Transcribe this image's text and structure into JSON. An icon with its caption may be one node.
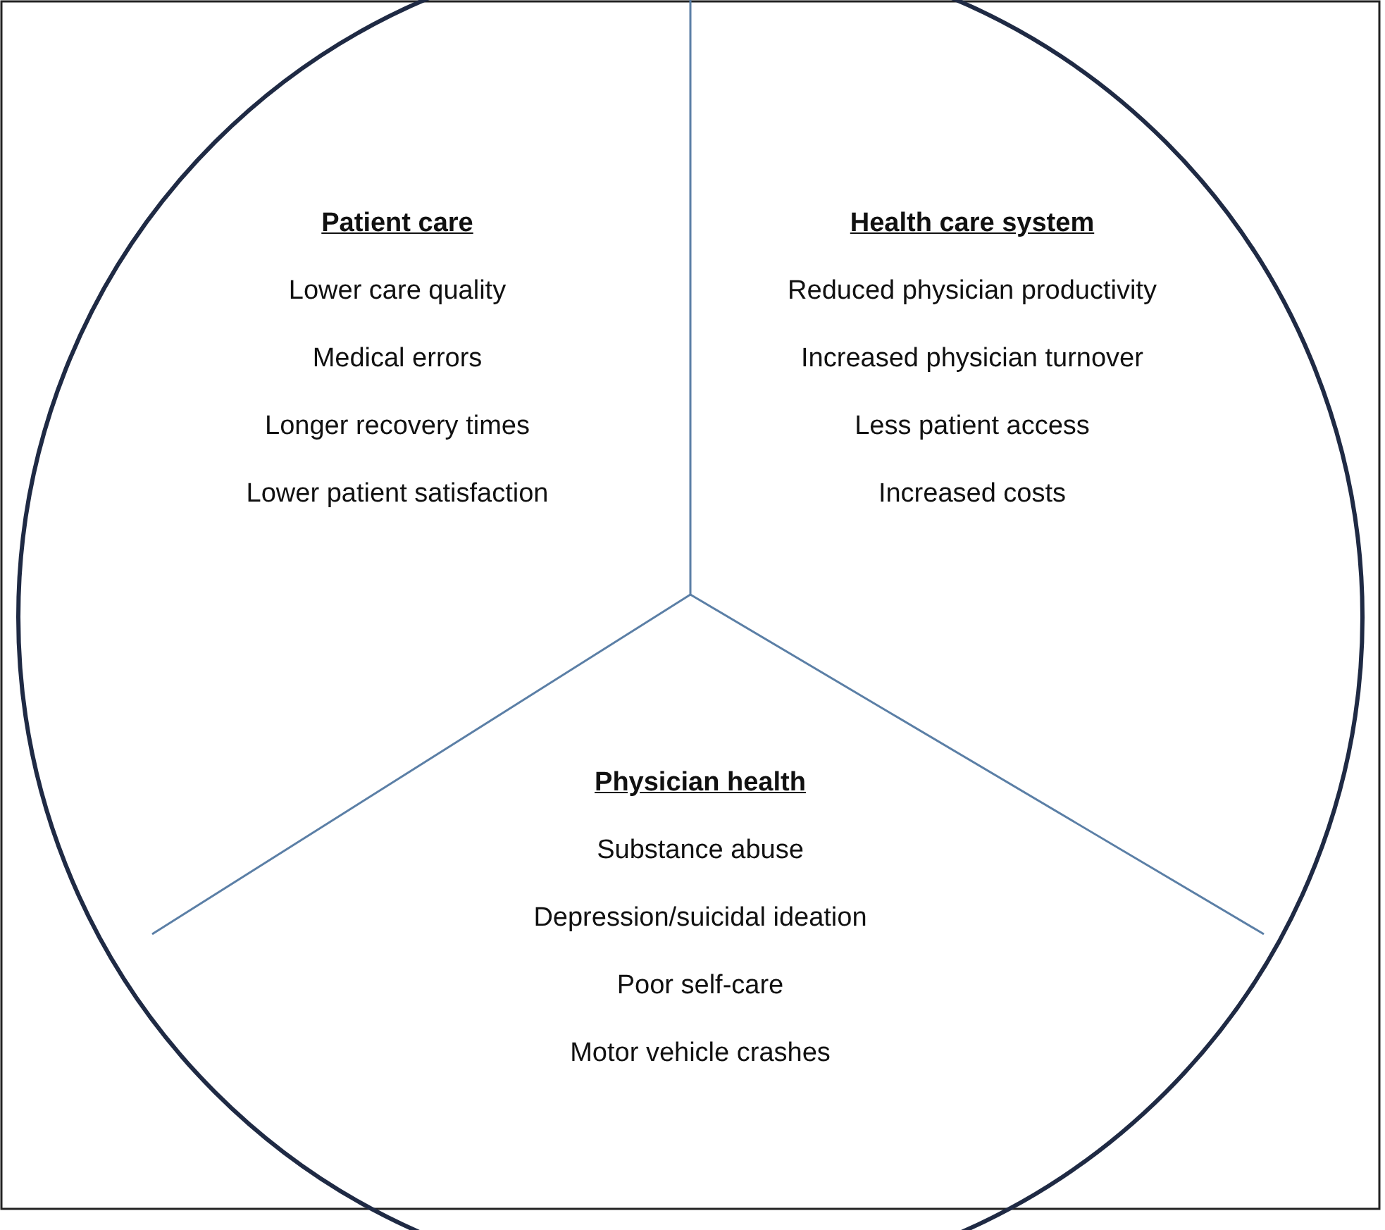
{
  "diagram": {
    "nodes": [
      {
        "text": [
          "Patient care",
          "Lower care quality",
          "Medical errors",
          "Longer recovery times",
          "Lower patient satisfaction"
        ]
      },
      {
        "text": [
          "Health care system",
          "Reduced physician productivity",
          "Increased physician turnover",
          "Less patient access",
          "Increased costs"
        ]
      },
      {
        "text": [
          "Physician health",
          "Substance abuse",
          "Depression/suicidal ideation",
          "Poor self-care",
          "Motor vehicle crashes"
        ]
      }
    ]
  }
}
